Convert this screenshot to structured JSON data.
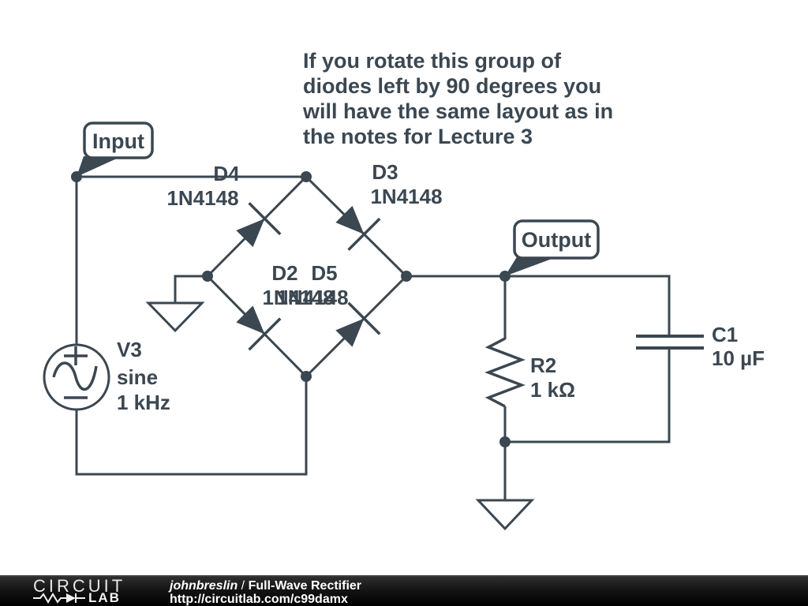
{
  "annotation": {
    "lines": [
      "If you rotate this group of",
      "diodes left by 90 degrees you",
      "will have the same layout as in",
      "the notes for Lecture 3"
    ]
  },
  "flags": {
    "input": "Input",
    "output": "Output"
  },
  "components": {
    "d4": {
      "name": "D4",
      "value": "1N4148"
    },
    "d3": {
      "name": "D3",
      "value": "1N4148"
    },
    "d2": {
      "name": "D2",
      "value": "1N4148"
    },
    "d5": {
      "name": "D5",
      "value": "1N4148"
    },
    "v3": {
      "name": "V3",
      "waveform": "sine",
      "frequency": "1 kHz"
    },
    "r2": {
      "name": "R2",
      "value": "1 kΩ"
    },
    "c1": {
      "name": "C1",
      "value": "10 µF"
    }
  },
  "footer": {
    "logo_circuit": "CIRCUIT",
    "logo_lab": "LAB",
    "author": "johnbreslin",
    "separator": " / ",
    "title": "Full-Wave Rectifier",
    "url": "http://circuitlab.com/c99damx"
  },
  "colors": {
    "ink": "#3b4751",
    "canvas": "#ffffff",
    "footer_background": "#111111",
    "footer_text": "#ffffff"
  }
}
